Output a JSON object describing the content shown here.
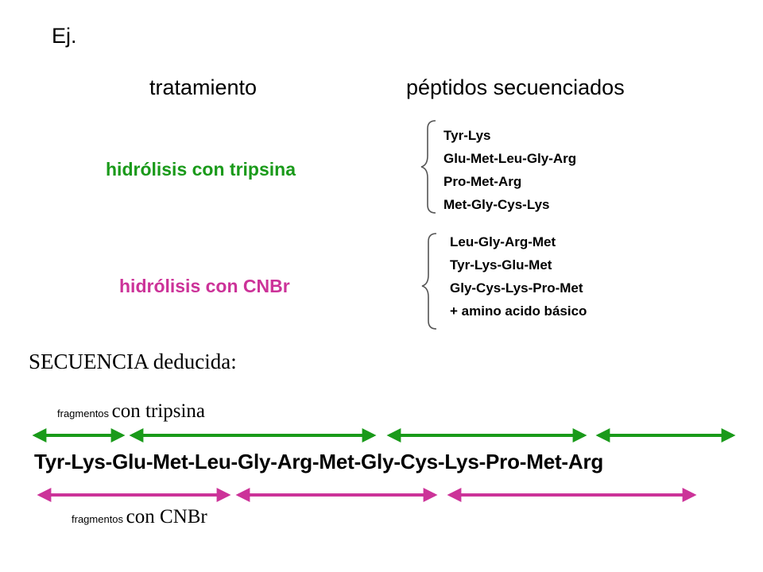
{
  "example_label": "Ej.",
  "headers": {
    "treatment": "tratamiento",
    "peptides": "péptidos secuenciados"
  },
  "treatments": [
    {
      "name": "hidrólisis con tripsina",
      "color": "#1a9a1a",
      "peptides": [
        "Tyr-Lys",
        "Glu-Met-Leu-Gly-Arg",
        "Pro-Met-Arg",
        "Met-Gly-Cys-Lys"
      ]
    },
    {
      "name": "hidrólisis con CNBr",
      "color": "#cc3399",
      "peptides": [
        "Leu-Gly-Arg-Met",
        "Tyr-Lys-Glu-Met",
        "Gly-Cys-Lys-Pro-Met",
        "+ amino acido básico"
      ]
    }
  ],
  "sequence_label": "SECUENCIA deducida:",
  "fragments_trypsin_label": {
    "small": "fragmentos",
    "large": "con tripsina"
  },
  "fragments_cnbr_label": {
    "small": "fragmentos",
    "large": "con CNBr"
  },
  "deduced_sequence": "Tyr-Lys-Glu-Met-Leu-Gly-Arg-Met-Gly-Cys-Lys-Pro-Met-Arg",
  "arrow_colors": {
    "trypsin": "#1a9a1a",
    "cnbr": "#cc3399"
  }
}
